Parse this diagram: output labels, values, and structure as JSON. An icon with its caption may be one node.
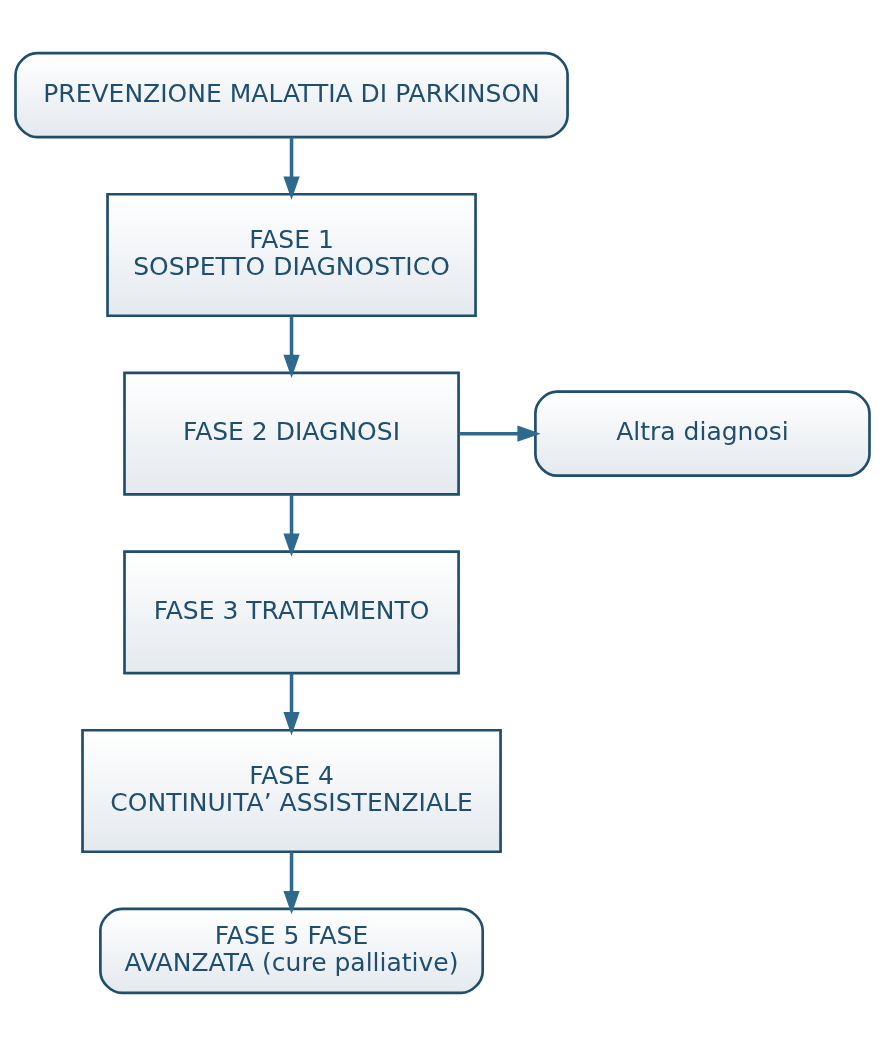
{
  "diagram": {
    "nodes": [
      {
        "text": [
          "PREVENZIONE MALATTIA DI PARKINSON"
        ]
      },
      {
        "text": [
          "FASE 1 SOSPETTO DIAGNOSTICO"
        ]
      },
      {
        "text": [
          "FASE 2 DIAGNOSI"
        ]
      },
      {
        "text": [
          "Altra diagnosi"
        ]
      },
      {
        "text": [
          "FASE 3 TRATTAMENTO"
        ]
      },
      {
        "text": [
          "FASE 4 CONTINUITA’ ASSISTENZIALE"
        ]
      },
      {
        "text": [
          "FASE 5 FASE AVANZATA (cure palliative)"
        ]
      }
    ],
    "edges": [
      {
        "from": 0,
        "to": 1,
        "arrow": "to"
      },
      {
        "from": 1,
        "to": 2,
        "arrow": "to"
      },
      {
        "from": 2,
        "to": 3,
        "arrow": "to"
      },
      {
        "from": 2,
        "to": 4,
        "arrow": "to"
      },
      {
        "from": 4,
        "to": 5,
        "arrow": "to"
      },
      {
        "from": 5,
        "to": 6,
        "arrow": "to"
      }
    ]
  }
}
